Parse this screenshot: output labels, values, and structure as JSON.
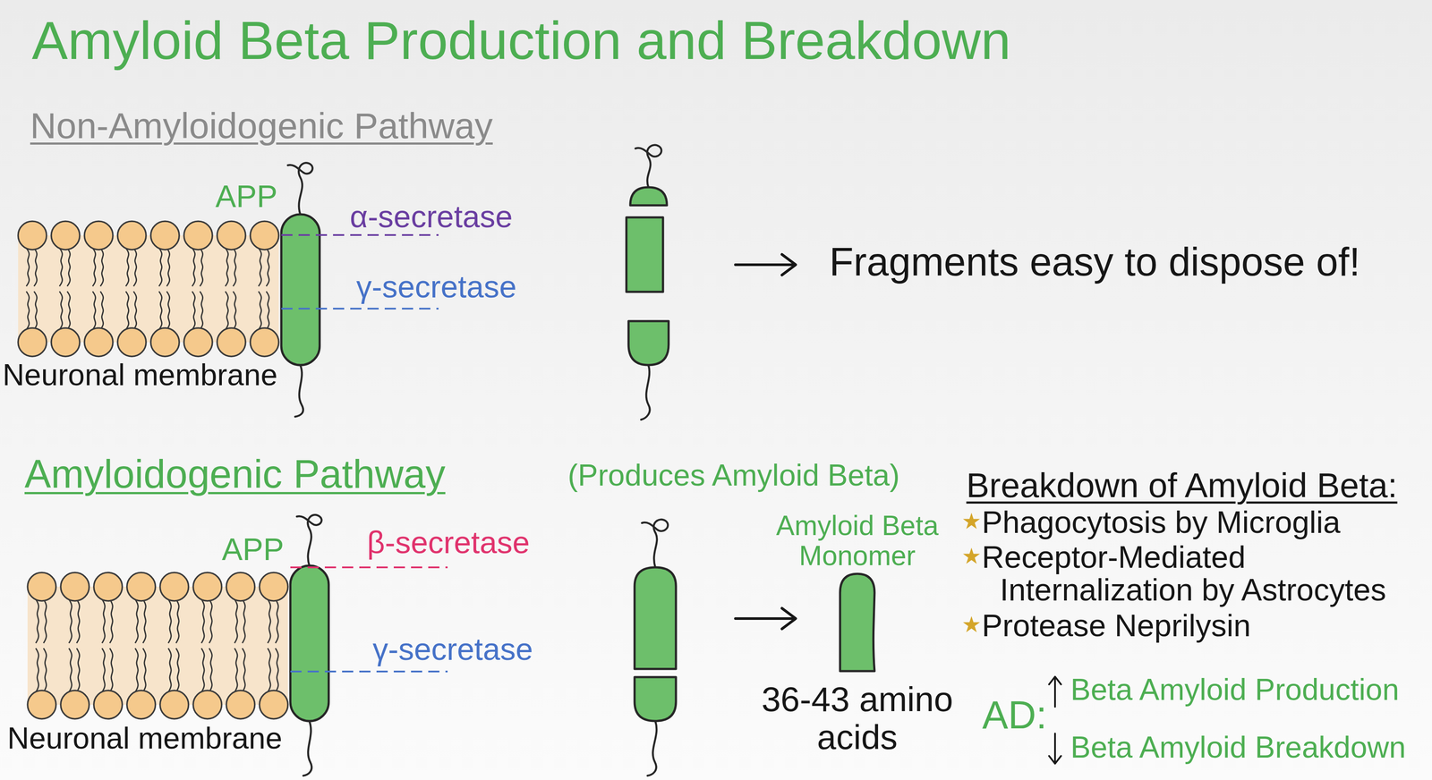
{
  "diagram": {
    "title": "Amyloid Beta Production and Breakdown",
    "nodes": [
      {
        "text": [
          "Amyloid Beta Monomer",
          "36-43 amino acids"
        ]
      }
    ],
    "labels": [
      "Non-Amyloidogenic Pathway",
      "APP",
      "α-secretase",
      "γ-secretase",
      "Neuronal membrane",
      "Fragments easy to dispose of!",
      "Amyloidogenic Pathway",
      "(Produces Amyloid Beta)",
      "APP",
      "β-secretase",
      "γ-secretase",
      "Neuronal membrane",
      "Breakdown of Amyloid Beta:",
      "Phagocytosis by Microglia",
      "Receptor-Mediated Internalization by Astrocytes",
      "Protease Neprilysin",
      "AD:",
      "Beta Amyloid Production",
      "Beta Amyloid Breakdown"
    ]
  }
}
